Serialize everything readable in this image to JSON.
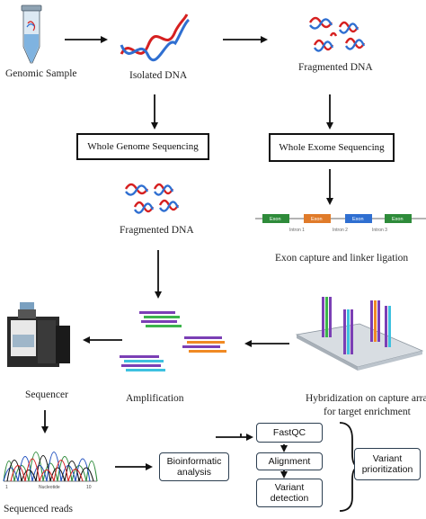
{
  "labels": {
    "genomic_sample": "Genomic Sample",
    "isolated_dna": "Isolated DNA",
    "fragmented_dna_top": "Fragmented DNA",
    "whole_genome": "Whole Genome Sequencing",
    "whole_exome": "Whole Exome Sequencing",
    "fragmented_dna_mid": "Fragmented DNA",
    "exon_capture": "Exon capture and linker ligation",
    "sequencer": "Sequencer",
    "amplification": "Amplification",
    "hybridization_1": "Hybridization on capture array",
    "hybridization_2": "for target enrichment",
    "sequenced_reads": "Sequenced reads"
  },
  "exon_diagram": {
    "exon_label": "Exon",
    "introns": [
      "Intron 1",
      "Intron 2",
      "Intron 3"
    ],
    "exon_colors": [
      "#2e8b3a",
      "#e07b2a",
      "#2f6fd1",
      "#2e8b3a"
    ]
  },
  "chromatogram": {
    "axis_start": "1",
    "axis_mid": "Nucleotide",
    "axis_end": "10",
    "colors": [
      "#2e8b3a",
      "#1f4fbf",
      "#111111",
      "#d62020"
    ]
  },
  "pipeline": {
    "bioinformatic": "Bioinformatic analysis",
    "fastqc": "FastQC",
    "alignment": "Alignment",
    "variant_detection": "Variant detection",
    "variant_prioritization": "Variant prioritization"
  },
  "colors": {
    "dna_red": "#d62020",
    "dna_blue": "#2f6fd1",
    "amp_green": "#3cb44b",
    "amp_purple": "#7b3fb5",
    "amp_orange": "#f08a24",
    "amp_cyan": "#3ec1e0"
  }
}
